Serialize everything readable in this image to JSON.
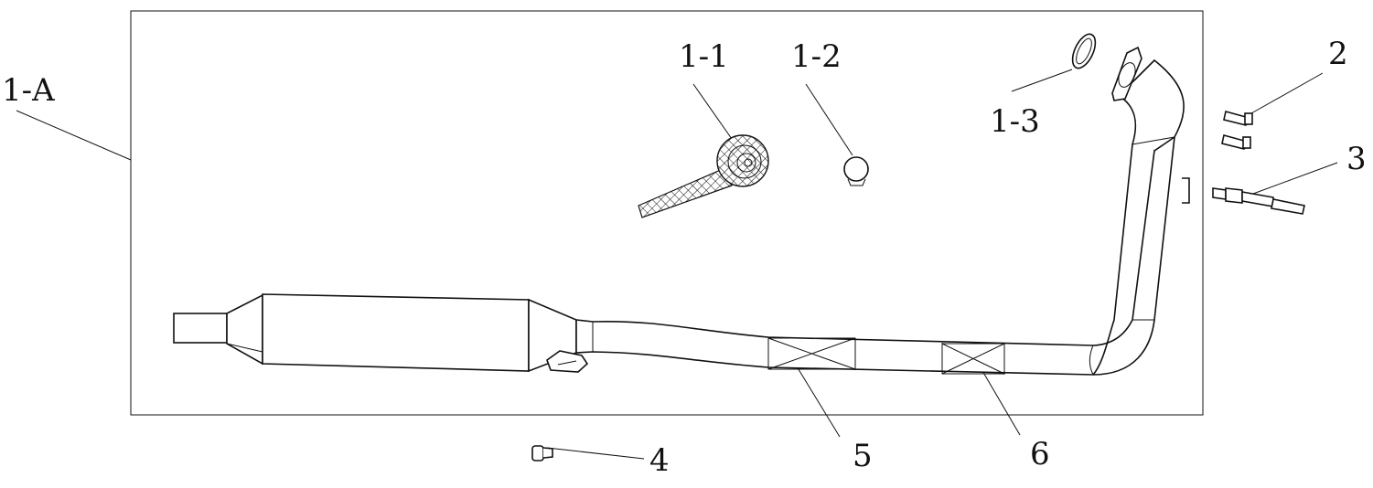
{
  "diagram": {
    "labels": {
      "assembly": "1-A",
      "wrap": "1-1",
      "clamp": "1-2",
      "gasket": "1-3",
      "bolt": "2",
      "sensor": "3",
      "screw": "4",
      "mesh_front": "5",
      "mesh_rear": "6"
    }
  }
}
